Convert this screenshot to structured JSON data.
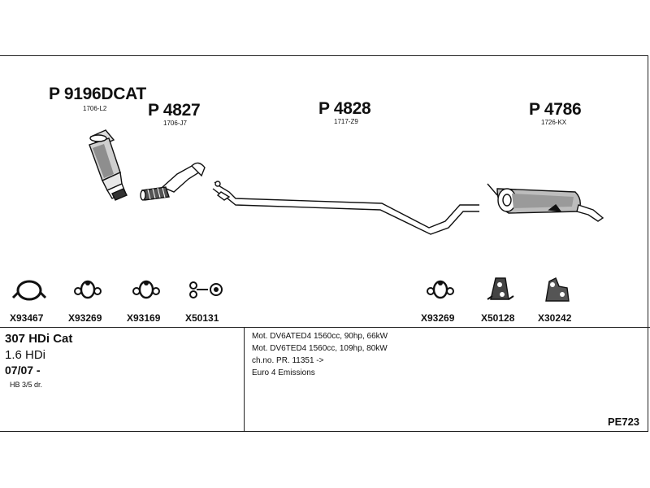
{
  "parts": [
    {
      "number": "P 9196DCAT",
      "ref": "1706-L2",
      "icon": "catalytic-converter"
    },
    {
      "number": "P 4827",
      "ref": "1706-J7",
      "icon": "flex-pipe"
    },
    {
      "number": "P 4828",
      "ref": "1717-Z9",
      "icon": "middle-pipe"
    },
    {
      "number": "P 4786",
      "ref": "1726-KX",
      "icon": "rear-silencer"
    }
  ],
  "clamps": [
    {
      "code": "X93467",
      "icon": "clamp-ring-icon"
    },
    {
      "code": "X93269",
      "icon": "clamp-bolt-icon"
    },
    {
      "code": "X93169",
      "icon": "clamp-bolt-icon"
    },
    {
      "code": "X50131",
      "icon": "flange-gasket-icon"
    },
    {
      "code": "X93269",
      "icon": "clamp-bolt-icon"
    },
    {
      "code": "X50128",
      "icon": "rubber-hanger-icon"
    },
    {
      "code": "X30242",
      "icon": "mounting-bracket-icon"
    }
  ],
  "vehicle": {
    "model": "307 HDi Cat",
    "engine": "1.6 HDi",
    "date": "07/07 -",
    "body": "HB 3/5 dr."
  },
  "specs": [
    "Mot. DV6ATED4 1560cc, 90hp, 66kW",
    "Mot. DV6TED4 1560cc, 109hp, 80kW",
    "ch.no. PR. 11351 ->",
    "Euro 4 Emissions"
  ],
  "diagram_code": "PE723"
}
